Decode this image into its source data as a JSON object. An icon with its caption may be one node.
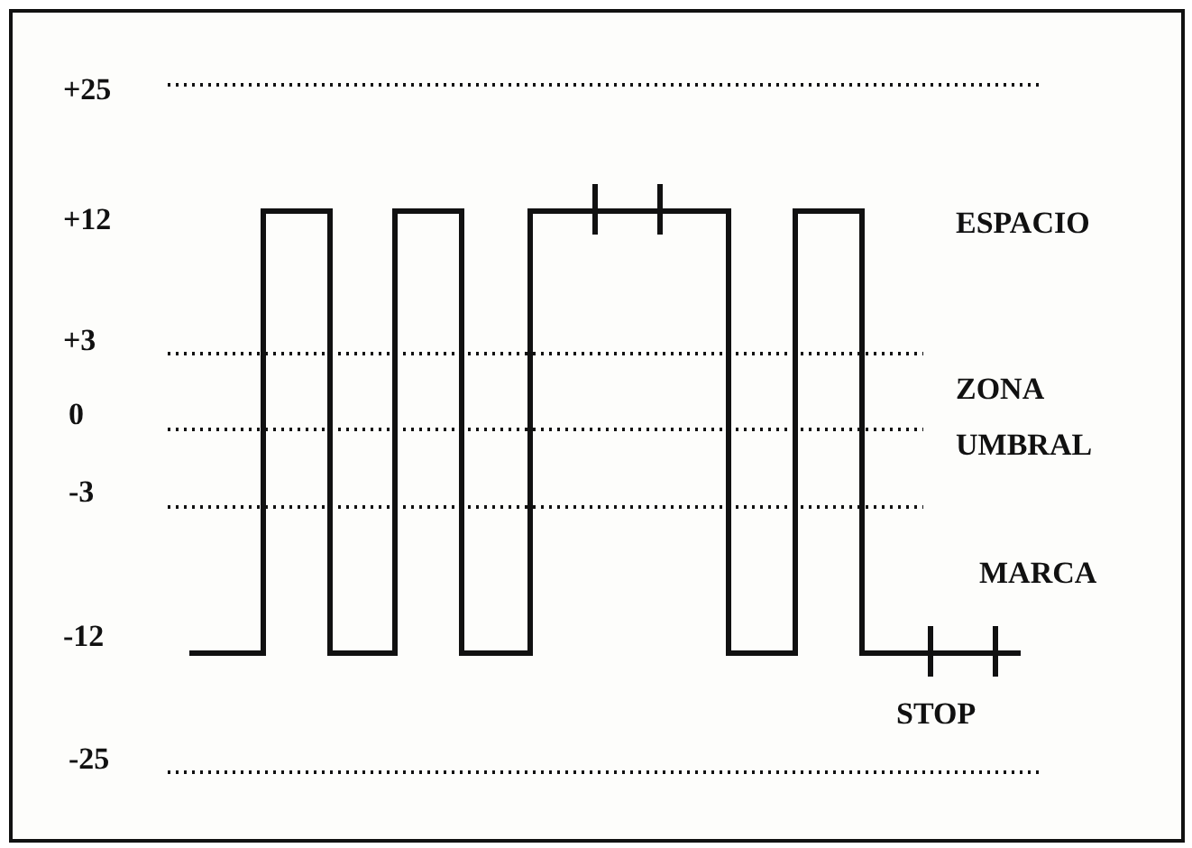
{
  "diagram": {
    "labels": [
      "+25",
      "+12",
      "ESPACIO",
      "+3",
      "ZONA UMBRAL",
      "0",
      "-3",
      "MARCA",
      "-12",
      "STOP",
      "-25"
    ]
  }
}
